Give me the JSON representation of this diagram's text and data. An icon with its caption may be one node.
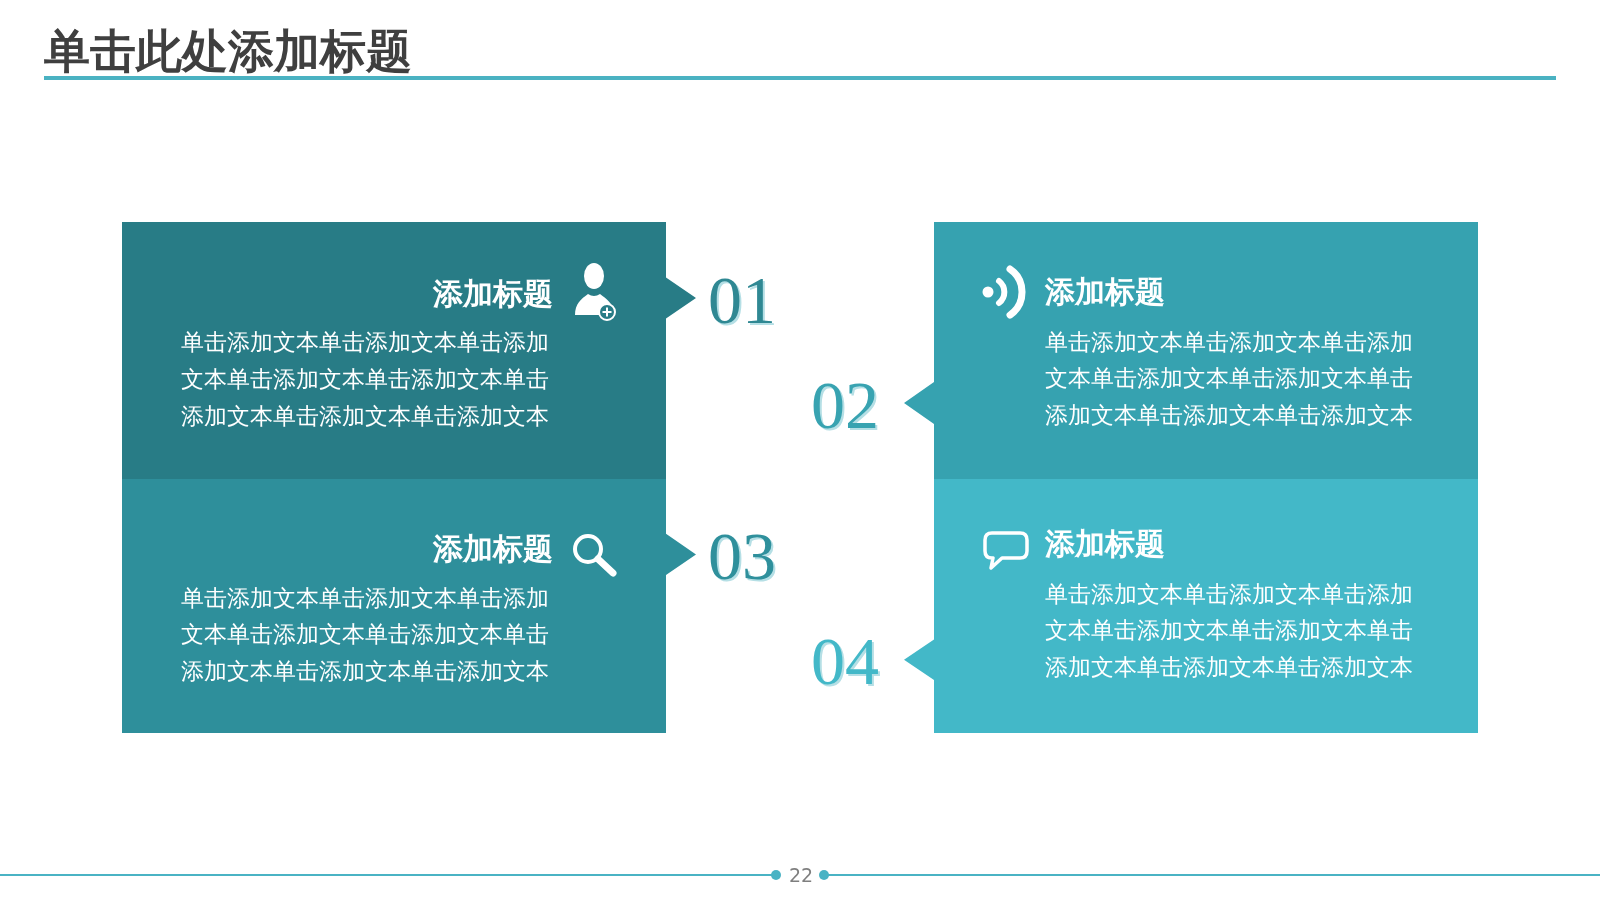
{
  "diagram": {
    "title": "单击此处添加标题",
    "nodes": [
      {
        "text": [
          "添加标题",
          "单击添加文本单击添加文本单击添加文本单击添加文本单击添加文本单击添加文本单击添加文本单击添加文本"
        ],
        "beside": [
          "01"
        ]
      },
      {
        "text": [
          "添加标题",
          "单击添加文本单击添加文本单击添加文本单击添加文本单击添加文本单击添加文本单击添加文本单击添加文本"
        ],
        "beside": [
          "02"
        ]
      },
      {
        "text": [
          "添加标题",
          "单击添加文本单击添加文本单击添加文本单击添加文本单击添加文本单击添加文本单击添加文本单击添加文本"
        ],
        "beside": [
          "03"
        ]
      },
      {
        "text": [
          "添加标题",
          "单击添加文本单击添加文本单击添加文本单击添加文本单击添加文本单击添加文本单击添加文本单击添加文本"
        ],
        "beside": [
          "04"
        ]
      }
    ],
    "labels": [
      "22"
    ]
  }
}
